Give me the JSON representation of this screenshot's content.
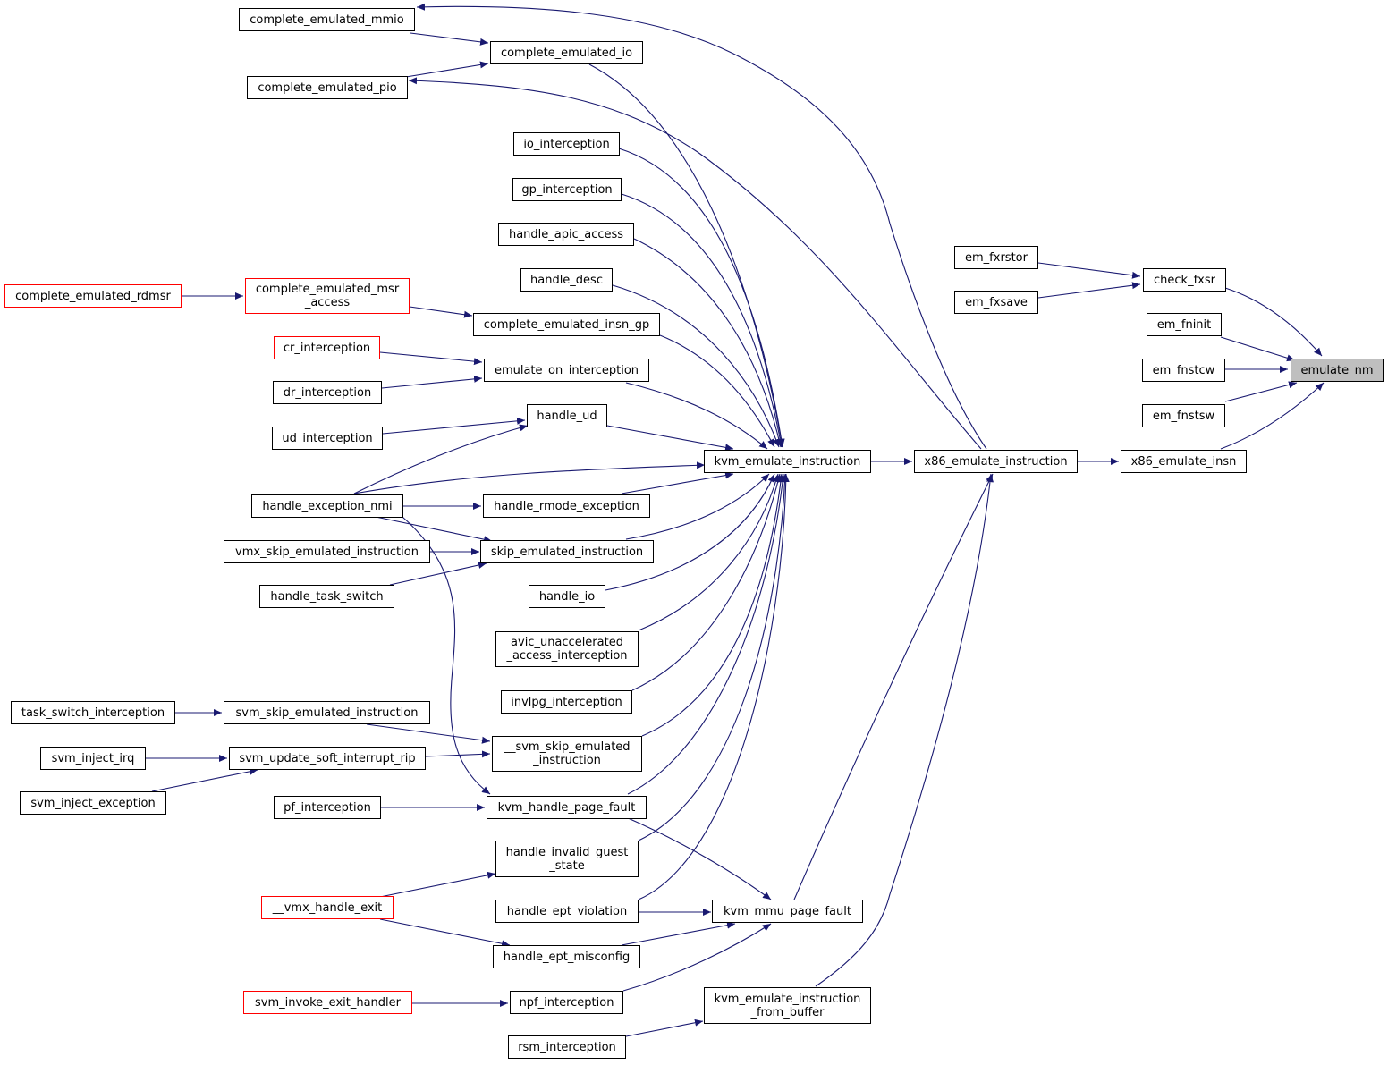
{
  "graph": {
    "colors": {
      "edge": "#191970",
      "node_border": "#000000",
      "truncated_border": "#ff0000",
      "current_fill": "#bfbfbf"
    },
    "nodes": {
      "emulate_nm": "emulate_nm",
      "check_fxsr": "check_fxsr",
      "em_fninit": "em_fninit",
      "em_fnstcw": "em_fnstcw",
      "em_fnstsw": "em_fnstsw",
      "x86_emulate_insn": "x86_emulate_insn",
      "em_fxrstor": "em_fxrstor",
      "em_fxsave": "em_fxsave",
      "x86_emulate_instruction": "x86_emulate_instruction",
      "kvm_emulate_instruction": "kvm_emulate_instruction",
      "kvm_mmu_page_fault": "kvm_mmu_page_fault",
      "kvm_emulate_instruction_from_buffer": "kvm_emulate_instruction\n_from_buffer",
      "complete_emulated_mmio": "complete_emulated_mmio",
      "complete_emulated_io": "complete_emulated_io",
      "complete_emulated_pio": "complete_emulated_pio",
      "io_interception": "io_interception",
      "gp_interception": "gp_interception",
      "handle_apic_access": "handle_apic_access",
      "handle_desc": "handle_desc",
      "complete_emulated_rdmsr": "complete_emulated_rdmsr",
      "complete_emulated_msr_access": "complete_emulated_msr\n_access",
      "complete_emulated_insn_gp": "complete_emulated_insn_gp",
      "cr_interception": "cr_interception",
      "emulate_on_interception": "emulate_on_interception",
      "dr_interception": "dr_interception",
      "handle_ud": "handle_ud",
      "ud_interception": "ud_interception",
      "handle_exception_nmi": "handle_exception_nmi",
      "handle_rmode_exception": "handle_rmode_exception",
      "vmx_skip_emulated_instruction": "vmx_skip_emulated_instruction",
      "skip_emulated_instruction": "skip_emulated_instruction",
      "handle_task_switch": "handle_task_switch",
      "handle_io": "handle_io",
      "avic_unaccelerated_access_interception": "avic_unaccelerated\n_access_interception",
      "invlpg_interception": "invlpg_interception",
      "task_switch_interception": "task_switch_interception",
      "svm_skip_emulated_instruction": "svm_skip_emulated_instruction",
      "__svm_skip_emulated_instruction": "__svm_skip_emulated\n_instruction",
      "svm_inject_irq": "svm_inject_irq",
      "svm_update_soft_interrupt_rip": "svm_update_soft_interrupt_rip",
      "svm_inject_exception": "svm_inject_exception",
      "pf_interception": "pf_interception",
      "kvm_handle_page_fault": "kvm_handle_page_fault",
      "handle_invalid_guest_state": "handle_invalid_guest\n_state",
      "__vmx_handle_exit": "__vmx_handle_exit",
      "handle_ept_violation": "handle_ept_violation",
      "handle_ept_misconfig": "handle_ept_misconfig",
      "svm_invoke_exit_handler": "svm_invoke_exit_handler",
      "npf_interception": "npf_interception",
      "rsm_interception": "rsm_interception"
    }
  }
}
